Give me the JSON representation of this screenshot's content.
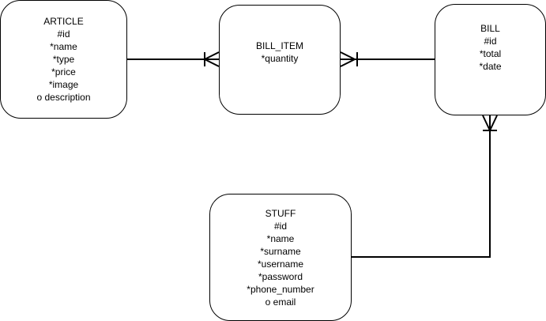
{
  "diagram": {
    "entities": {
      "article": {
        "name": "ARTICLE",
        "attributes": [
          "#id",
          "*name",
          "*type",
          "*price",
          "*image",
          "o description"
        ]
      },
      "bill_item": {
        "name": "BILL_ITEM",
        "attributes": [
          "*quantity"
        ]
      },
      "bill": {
        "name": "BILL",
        "attributes": [
          "#id",
          "*total",
          "*date"
        ]
      },
      "stuff": {
        "name": "STUFF",
        "attributes": [
          "#id",
          "*name",
          "*surname",
          "*username",
          "*password",
          "*phone_number",
          "o email"
        ]
      }
    },
    "relationships": [
      {
        "from": "article",
        "to": "bill_item",
        "from_end": "one",
        "to_end": "many"
      },
      {
        "from": "bill_item",
        "to": "bill",
        "from_end": "many",
        "to_end": "one"
      },
      {
        "from": "stuff",
        "to": "bill",
        "from_end": "one",
        "to_end": "many"
      }
    ],
    "colors": {
      "stroke": "#000000",
      "fill": "#ffffff"
    }
  }
}
